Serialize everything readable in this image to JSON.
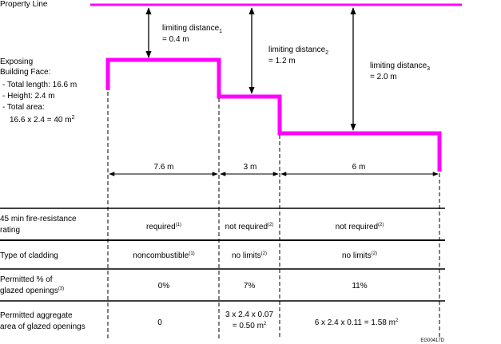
{
  "property_line": {
    "label": "Property Line"
  },
  "limiting_distances": [
    {
      "label": "limiting distance",
      "sub": "1",
      "value": "= 0.4 m"
    },
    {
      "label": "limiting distance",
      "sub": "2",
      "value": "= 1.2 m"
    },
    {
      "label": "limiting distance",
      "sub": "3",
      "value": "= 2.0 m"
    }
  ],
  "exposing_face": {
    "title1": "Exposing",
    "title2": "Building Face:",
    "length": "- Total length: 16.6 m",
    "height": "- Height: 2.4 m",
    "area_label": "- Total area:",
    "area_calc": "16.6 x 2.4 = 40 m",
    "area_exp": "2"
  },
  "segments": [
    "7.6 m",
    "3 m",
    "6 m"
  ],
  "table": {
    "rows": [
      {
        "label": [
          "45 min fire-resistance",
          "rating"
        ],
        "cells": [
          {
            "text": "required",
            "note": "(1)"
          },
          {
            "text": "not required",
            "note": "(2)"
          },
          {
            "text": "not required",
            "note": "(2)"
          }
        ]
      },
      {
        "label": [
          "Type of cladding"
        ],
        "cells": [
          {
            "text": "noncombustible",
            "note": "(1)"
          },
          {
            "text": "no limits",
            "note": "(2)"
          },
          {
            "text": "no limits",
            "note": "(2)"
          }
        ]
      },
      {
        "label": [
          "Permitted % of",
          "glazed openings"
        ],
        "label_note": "(3)",
        "cells": [
          {
            "text": "0%"
          },
          {
            "text": "7%"
          },
          {
            "text": "11%"
          }
        ]
      },
      {
        "label": [
          "Permitted aggregate",
          "area of glazed openings"
        ],
        "cells": [
          {
            "text": "0"
          },
          {
            "text": "3 x 2.4 x 0.07",
            "text2": "= 0.50 m",
            "exp": "2"
          },
          {
            "text": "6 x 2.4 x 0.11 = 1.58 m",
            "exp": "2"
          }
        ]
      }
    ]
  },
  "figure_code": "EG00417D",
  "colors": {
    "wall": "#ff00ff",
    "line": "#000000"
  }
}
